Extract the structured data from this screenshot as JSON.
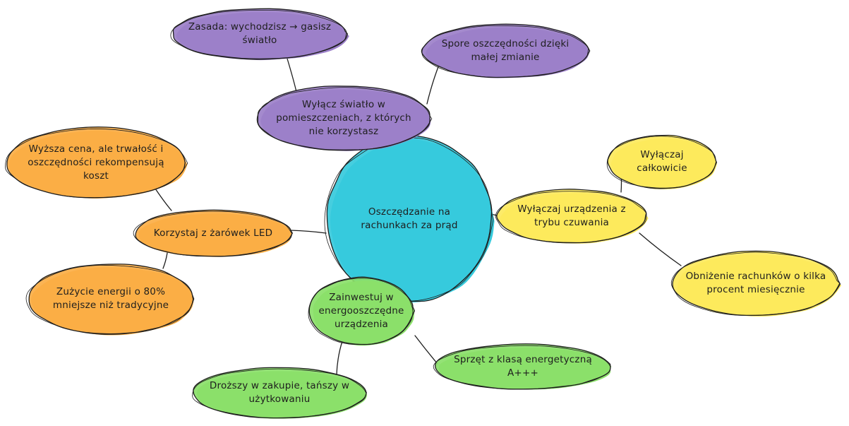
{
  "diagram": {
    "type": "mind-map",
    "center": {
      "label": "Oszczędzanie na rachunkach za prąd",
      "color": "#36cadc"
    },
    "branches": [
      {
        "id": "light",
        "label": "Wyłącz światło w pomieszczeniach, z których nie korzystasz",
        "color": "#9c80c9",
        "children": [
          {
            "id": "light-rule",
            "label": "Zasada: wychodzisz → gasisz światło"
          },
          {
            "id": "light-savings",
            "label": "Spore oszczędności dzięki małej zmianie"
          }
        ]
      },
      {
        "id": "standby",
        "label": "Wyłączaj urządzenia z trybu czuwania",
        "color": "#fde95c",
        "children": [
          {
            "id": "standby-off",
            "label": "Wyłączaj całkowicie"
          },
          {
            "id": "standby-bills",
            "label": "Obniżenie rachunków o kilka procent miesięcznie"
          }
        ]
      },
      {
        "id": "appliances",
        "label": "Zainwestuj w energooszczędne urządzenia",
        "color": "#8be06a",
        "children": [
          {
            "id": "appl-class",
            "label": "Sprzęt z klasą energetyczną A+++"
          },
          {
            "id": "appl-cost",
            "label": "Droższy w zakupie, tańszy w użytkowaniu"
          }
        ]
      },
      {
        "id": "led",
        "label": "Korzystaj z żarówek LED",
        "color": "#fbae45",
        "children": [
          {
            "id": "led-price",
            "label": "Wyższa cena, ale trwałość i oszczędności rekompensują koszt"
          },
          {
            "id": "led-usage",
            "label": "Zużycie energii o 80% mniejsze niż tradycyjne"
          }
        ]
      }
    ]
  }
}
